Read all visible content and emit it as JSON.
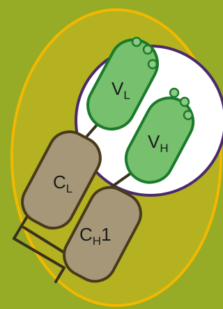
{
  "colors": {
    "background": "#97ac26",
    "outer_ellipse_fill": "#b4b220",
    "outer_ellipse_stroke": "#f2b800",
    "variable_region_fill": "#ffffff",
    "variable_region_stroke": "#4a2a6c",
    "variable_domain_fill": "#76c06e",
    "variable_domain_stroke": "#1c7a2c",
    "variable_bead_fill": "#8ccc82",
    "constant_domain_fill": "#a59777",
    "constant_domain_stroke": "#4a3a1c",
    "linker": "#3a3020"
  },
  "domains": {
    "vl": {
      "main": "V",
      "sub": "L",
      "suffix": ""
    },
    "vh": {
      "main": "V",
      "sub": "H",
      "suffix": ""
    },
    "cl": {
      "main": "C",
      "sub": "L",
      "suffix": ""
    },
    "ch1": {
      "main": "C",
      "sub": "H",
      "suffix": "1"
    }
  }
}
